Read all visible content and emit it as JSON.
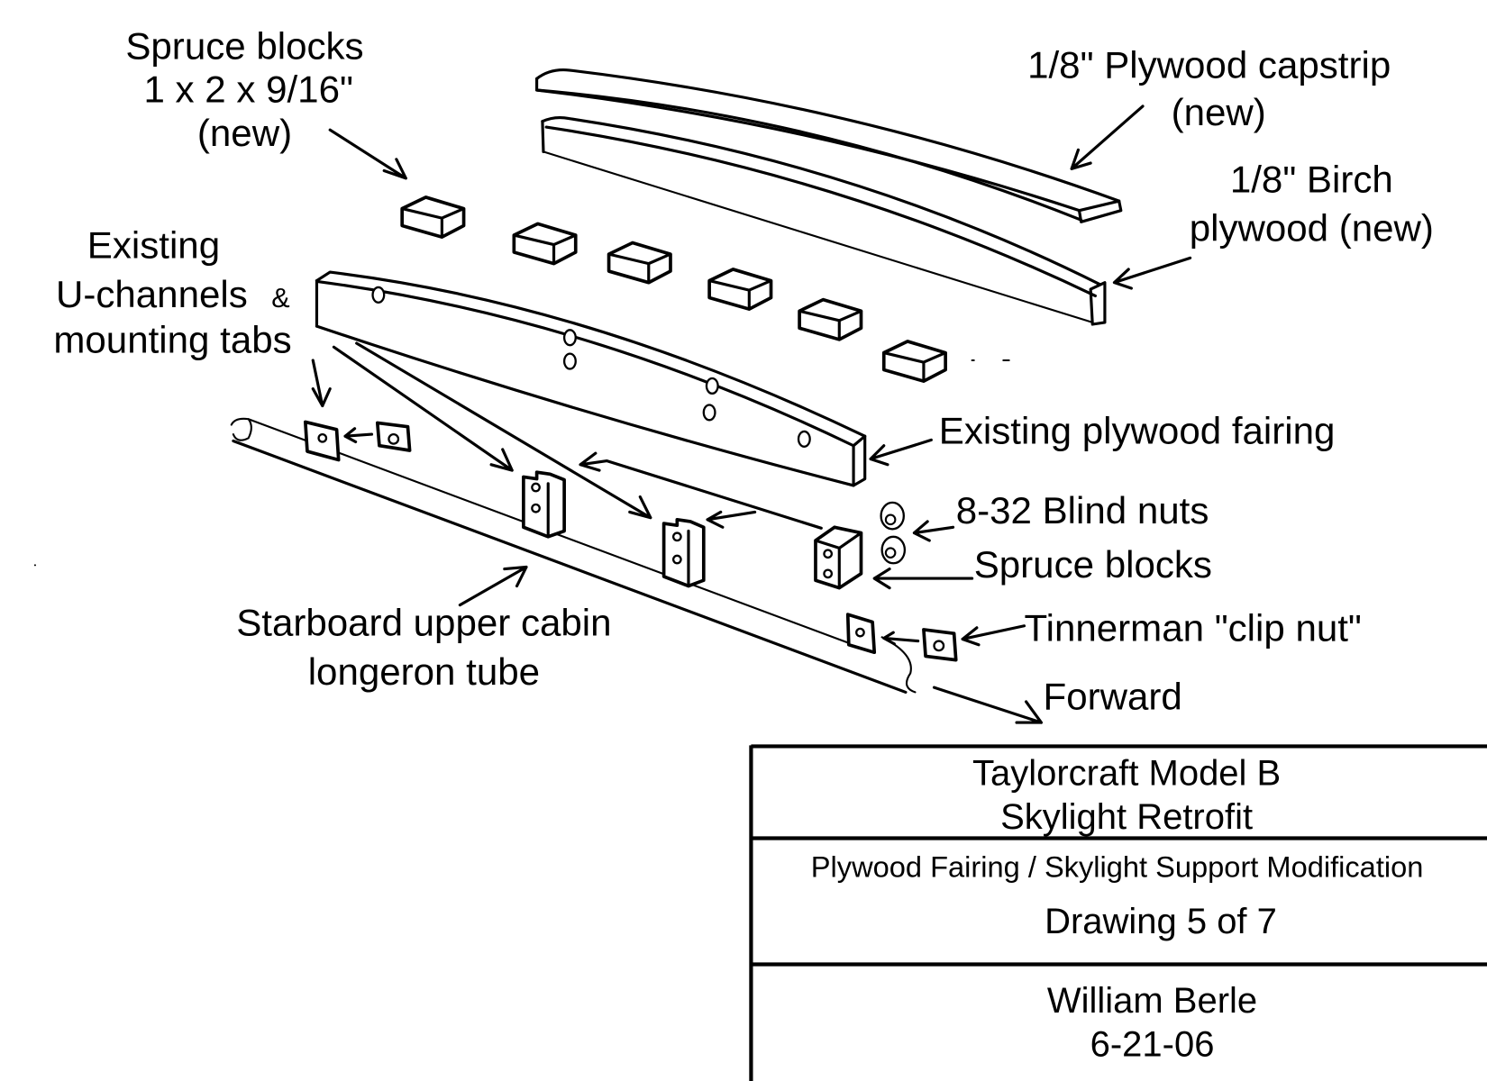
{
  "drawing": {
    "labels": {
      "spruce_blocks_new": [
        "Spruce blocks",
        "1 x 2 x 9/16\"",
        "(new)"
      ],
      "capstrip": [
        "1/8\" Plywood capstrip",
        "(new)"
      ],
      "birch_plywood": [
        "1/8\" Birch",
        "plywood (new)"
      ],
      "existing_uchannels": [
        "Existing",
        "U-channels",
        "&",
        "mounting tabs"
      ],
      "existing_fairing": "Existing plywood fairing",
      "blind_nuts": "8-32 Blind nuts",
      "spruce_blocks": "Spruce blocks",
      "tinnerman": "Tinnerman \"clip nut\"",
      "longeron": [
        "Starboard upper cabin",
        "longeron tube"
      ],
      "forward": "Forward"
    },
    "parts": {
      "new_spruce_block_count": 6,
      "blind_nut_count": 2
    }
  },
  "title_block": {
    "project_line1": "Taylorcraft Model B",
    "project_line2": "Skylight Retrofit",
    "subtitle": "Plywood Fairing / Skylight Support Modification",
    "sheet": "Drawing 5 of 7",
    "author": "William Berle",
    "date": "6-21-06"
  }
}
